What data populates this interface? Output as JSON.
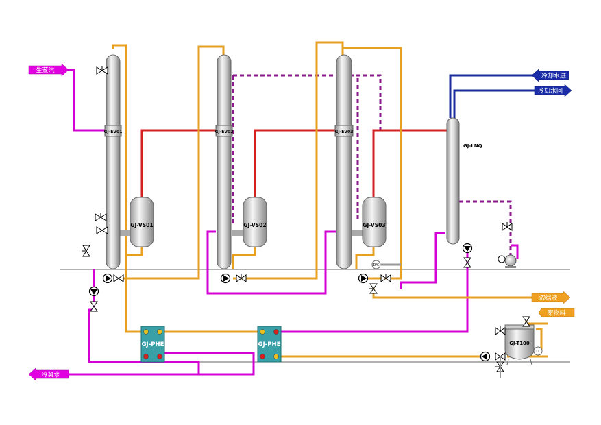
{
  "colors": {
    "steam": "#d400d4",
    "vapor": "#d42020",
    "process": "#e8a020",
    "cooling": "#1a2c9c",
    "vent": "#8a1a8a",
    "phe": "#3aa0a8"
  },
  "arrows": {
    "steam_in": "生蒸汽",
    "cooling_water_in": "冷却水进",
    "cooling_water_return": "冷却水回",
    "concentrate_out": "浓缩液",
    "feed_in": "原物料",
    "condensate_out": "冷凝水"
  },
  "equipment": {
    "ev01": "GJ-EV01",
    "ev02": "GJ-EV02",
    "ev03": "GJ-EV03",
    "vs01": "GJ-VS01",
    "vs02": "GJ-VS02",
    "vs03": "GJ-VS03",
    "lnq": "GJ-LNQ",
    "phe1": "GJ-PHE",
    "phe2": "GJ-PHE",
    "t100": "GJ-T100",
    "dc": "D/C",
    "lt": "LT"
  }
}
